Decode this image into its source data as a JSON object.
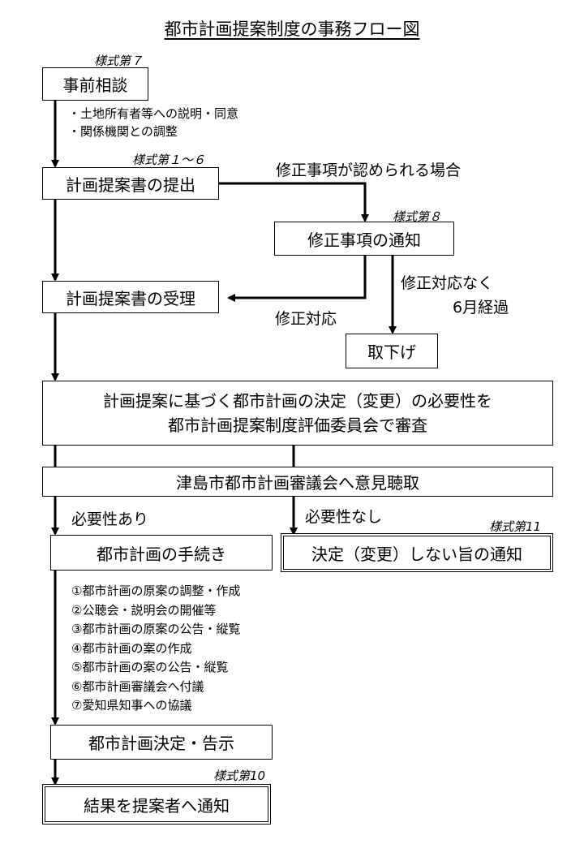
{
  "title": "都市計画提案制度の事務フロー図",
  "forms": {
    "f7": "様式第７",
    "f1_6": "様式第１～６",
    "f8": "様式第８",
    "f11": "様式第11",
    "f10": "様式第10"
  },
  "boxes": {
    "prior_consult": "事前相談",
    "submit": "計画提案書の提出",
    "notify_fix": "修正事項の通知",
    "receive": "計画提案書の受理",
    "withdraw": "取下げ",
    "review_line1": "計画提案に基づく都市計画の決定（変更）の必要性を",
    "review_line2": "都市計画提案制度評価委員会で審査",
    "council": "津島市都市計画審議会へ意見聴取",
    "procedure": "都市計画の手続き",
    "no_decision": "決定（変更）しない旨の通知",
    "decision": "都市計画決定・告示",
    "result_notify": "結果を提案者へ通知"
  },
  "notes": {
    "consult": [
      "・土地所有者等への説明・同意",
      "・関係機関との調整"
    ],
    "procedure_steps": [
      "①都市計画の原案の調整・作成",
      "②公聴会・説明会の開催等",
      "③都市計画の原案の公告・縦覧",
      "④都市計画の案の作成",
      "⑤都市計画の案の公告・縦覧",
      "⑥都市計画審議会へ付議",
      "⑦愛知県知事への協議"
    ]
  },
  "labels": {
    "if_fix": "修正事項が認められる場合",
    "no_fix_line1": "修正対応なく",
    "no_fix_line2": "6月経過",
    "fixed": "修正対応",
    "needed": "必要性あり",
    "not_needed": "必要性なし"
  }
}
